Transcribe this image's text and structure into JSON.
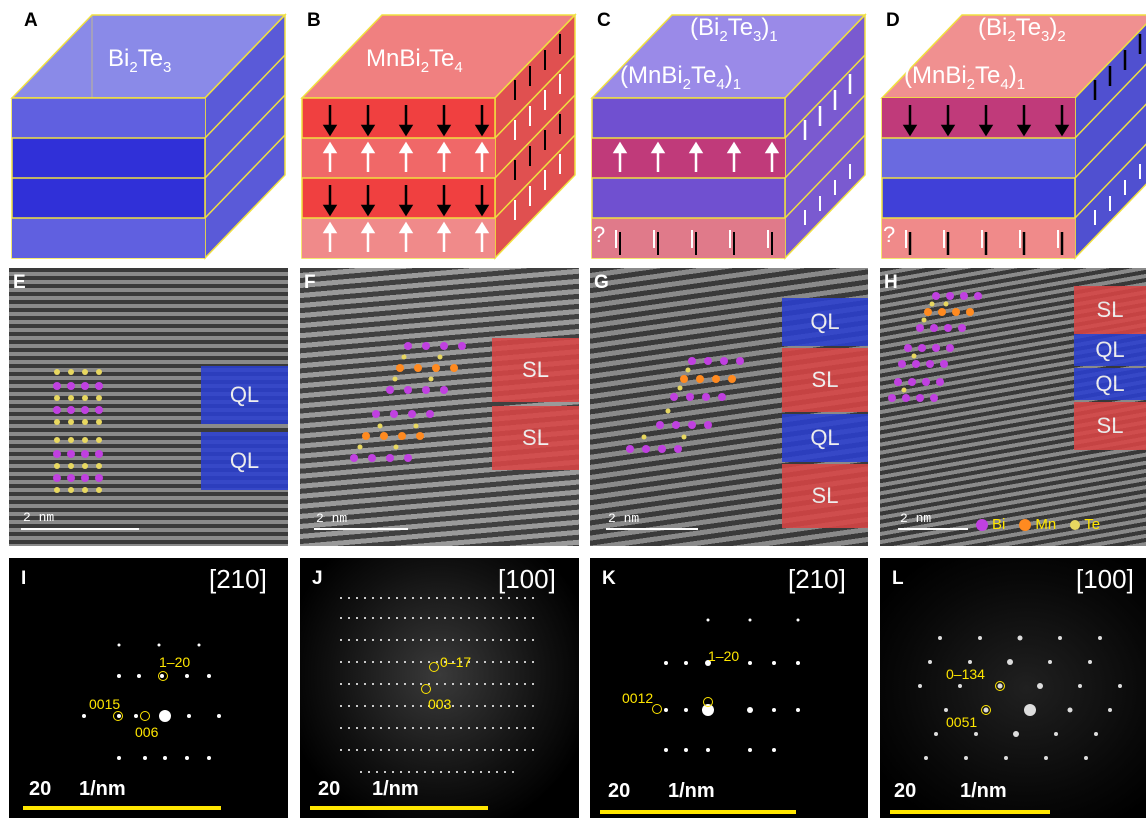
{
  "panels": {
    "A": {
      "label": "A",
      "title_main": "Bi",
      "title_sub1": "2",
      "title_mid": "Te",
      "title_sub2": "3"
    },
    "B": {
      "label": "B",
      "title": "MnBi",
      "sub1": "2",
      "mid": "Te",
      "sub2": "4"
    },
    "C": {
      "label": "C",
      "line1": "(Bi",
      "line1_sub1": "2",
      "line1_mid": "Te",
      "line1_sub2": "3",
      "line1_end": ")",
      "line1_n": "1",
      "line2": "(MnBi",
      "line2_sub1": "2",
      "line2_mid": "Te",
      "line2_sub2": "4",
      "line2_end": ")",
      "line2_n": "1",
      "q": "?"
    },
    "D": {
      "label": "D",
      "line1": "(Bi",
      "line1_sub1": "2",
      "line1_mid": "Te",
      "line1_sub2": "3",
      "line1_end": ")",
      "line1_n": "2",
      "line2": "(MnBi",
      "line2_sub1": "2",
      "line2_mid": "Te",
      "line2_sub2": "4",
      "line2_end": ")",
      "line2_n": "1",
      "q": "?"
    },
    "E": {
      "label": "E",
      "blocks": [
        "QL",
        "QL"
      ],
      "scale": "2 nm"
    },
    "F": {
      "label": "F",
      "blocks": [
        "SL",
        "SL"
      ],
      "scale": "2 nm"
    },
    "G": {
      "label": "G",
      "blocks": [
        "QL",
        "SL",
        "QL",
        "SL"
      ],
      "scale": "2 nm"
    },
    "H": {
      "label": "H",
      "blocks": [
        "SL",
        "QL",
        "QL",
        "SL"
      ],
      "scale": "2 nm",
      "legend": {
        "bi": "Bi",
        "mn": "Mn",
        "te": "Te"
      }
    },
    "I": {
      "label": "I",
      "axis": "[210]",
      "spots": [
        "1–20",
        "0015",
        "006"
      ],
      "scale_num": "20",
      "scale_unit": "1/nm"
    },
    "J": {
      "label": "J",
      "axis": "[100]",
      "spots": [
        "0–17",
        "003"
      ],
      "scale_num": "20",
      "scale_unit": "1/nm"
    },
    "K": {
      "label": "K",
      "axis": "[210]",
      "spots": [
        "1–20",
        "0012"
      ],
      "scale_num": "20",
      "scale_unit": "1/nm"
    },
    "L": {
      "label": "L",
      "axis": "[100]",
      "spots": [
        "0–134",
        "0051"
      ],
      "scale_num": "20",
      "scale_unit": "1/nm"
    }
  },
  "colors": {
    "ql_blue": "#2b3fd0",
    "sl_red": "#d94545",
    "bi_atom": "#c040e0",
    "mn_atom": "#ff8a20",
    "te_atom": "#e8d860",
    "spot_label": "#ffe600"
  }
}
